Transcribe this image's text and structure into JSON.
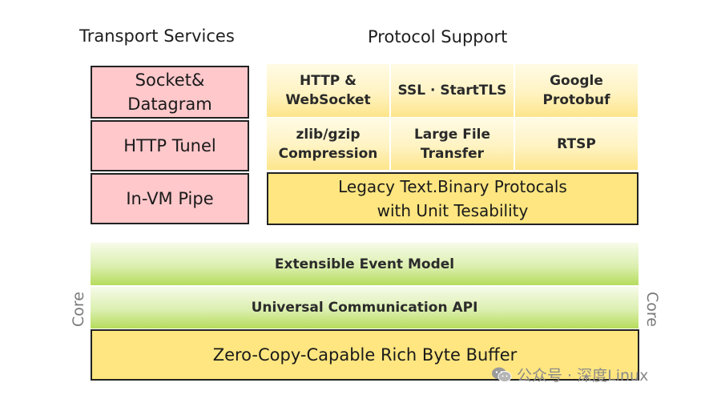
{
  "headings": {
    "transport": "Transport Services",
    "protocol": "Protocol Support"
  },
  "transport_items": [
    "Socket&\nDatagram",
    "HTTP Tunel",
    "In-VM Pipe"
  ],
  "protocol_grid": [
    "HTTP &\nWebSocket",
    "SSL · StartTLS",
    "Google\nProtobuf",
    "zlib/gzip\nCompression",
    "Large File\nTransfer",
    "RTSP"
  ],
  "legacy": "Legacy Text.Binary Protocals\nwith Unit Tesability",
  "core": {
    "event_model": "Extensible Event Model",
    "comm_api": "Universal Communication API",
    "buffer": "Zero-Copy-Capable Rich Byte Buffer",
    "left_label": "Core",
    "right_label": "Core"
  },
  "watermark": {
    "icon": "wechat-icon",
    "text": "公众号 · 深度Linux"
  }
}
